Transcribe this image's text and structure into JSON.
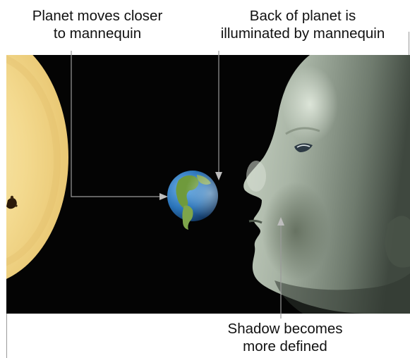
{
  "annotations": {
    "planet_moves": {
      "line1": "Planet moves closer",
      "line2": "to mannequin"
    },
    "back_illuminated": {
      "line1": "Back of planet is",
      "line2": "illuminated by mannequin"
    },
    "shadow_defined": {
      "line1": "Shadow becomes",
      "line2": "more defined"
    }
  },
  "colors": {
    "background": "#ffffff",
    "scene": "#040404",
    "leader_line": "#9a9a9a",
    "sun": "#f4dc95",
    "planet_ocean": "#2a73b8",
    "planet_land": "#6f9a3c",
    "mannequin_skin": "#a7b3a5"
  }
}
